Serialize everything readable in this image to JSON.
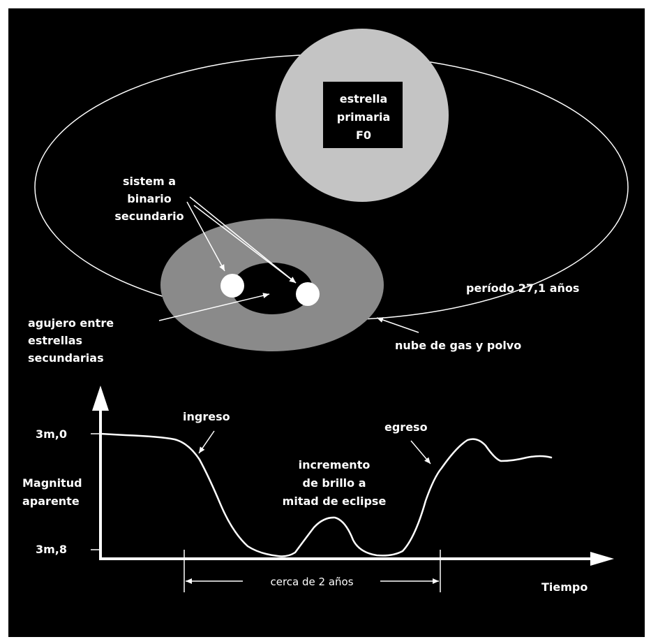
{
  "colors": {
    "background": "#000000",
    "frame": "#ffffff",
    "line": "#ffffff",
    "primary_star": "#c4c4c4",
    "cloud": "#8a8a8a",
    "secondary_star": "#ffffff"
  },
  "diagram": {
    "primary_star": [
      "estrella",
      "primaria",
      "F0"
    ],
    "secondary_system": [
      "sistem a",
      "binario",
      "secundario"
    ],
    "period": "período 27,1 años",
    "hole": [
      "agujero entre",
      "estrellas",
      "secundarias"
    ],
    "cloud": "nube de gas y polvo"
  },
  "graph": {
    "ylabel": [
      "Magnitud",
      "aparente"
    ],
    "ytick_top": "3m,0",
    "ytick_bottom": "3m,8",
    "xlabel": "Tiempo",
    "ingress": "ingreso",
    "egress": "egreso",
    "brightening": [
      "incremento",
      "de brillo a",
      "mitad de eclipse"
    ],
    "duration": "cerca de 2 años"
  }
}
